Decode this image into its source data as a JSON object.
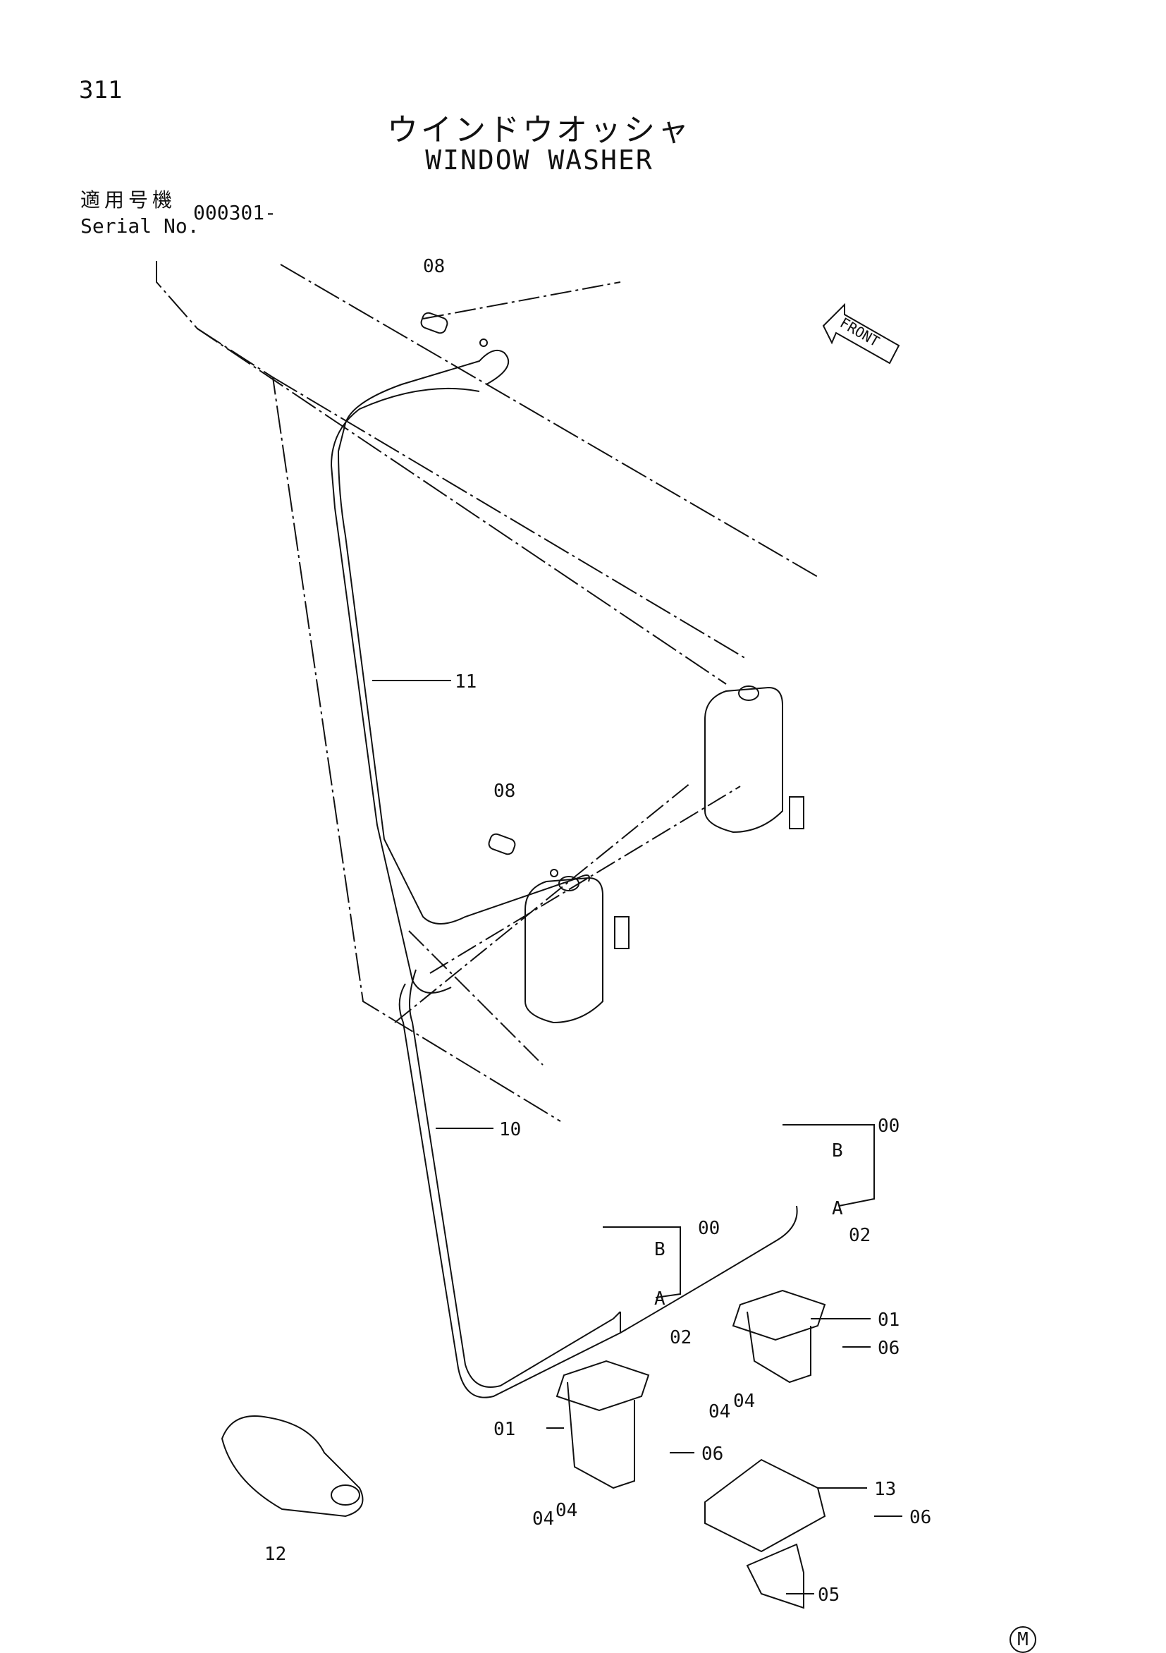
{
  "header": {
    "page_number": "311",
    "title_jp": "ウインドウオッシャ",
    "title_en": "WINDOW WASHER",
    "serial_label_jp": "適用号機",
    "serial_label_en": "Serial No.",
    "serial_value": "000301-"
  },
  "diagram": {
    "front_label": "FRONT",
    "part_labels": [
      "08",
      "08",
      "11",
      "10",
      "00",
      "00",
      "B",
      "A",
      "B",
      "A",
      "02",
      "02",
      "01",
      "01",
      "06",
      "06",
      "06",
      "04",
      "04",
      "04",
      "04",
      "13",
      "05",
      "12"
    ]
  },
  "footer": {
    "mark": "M"
  }
}
